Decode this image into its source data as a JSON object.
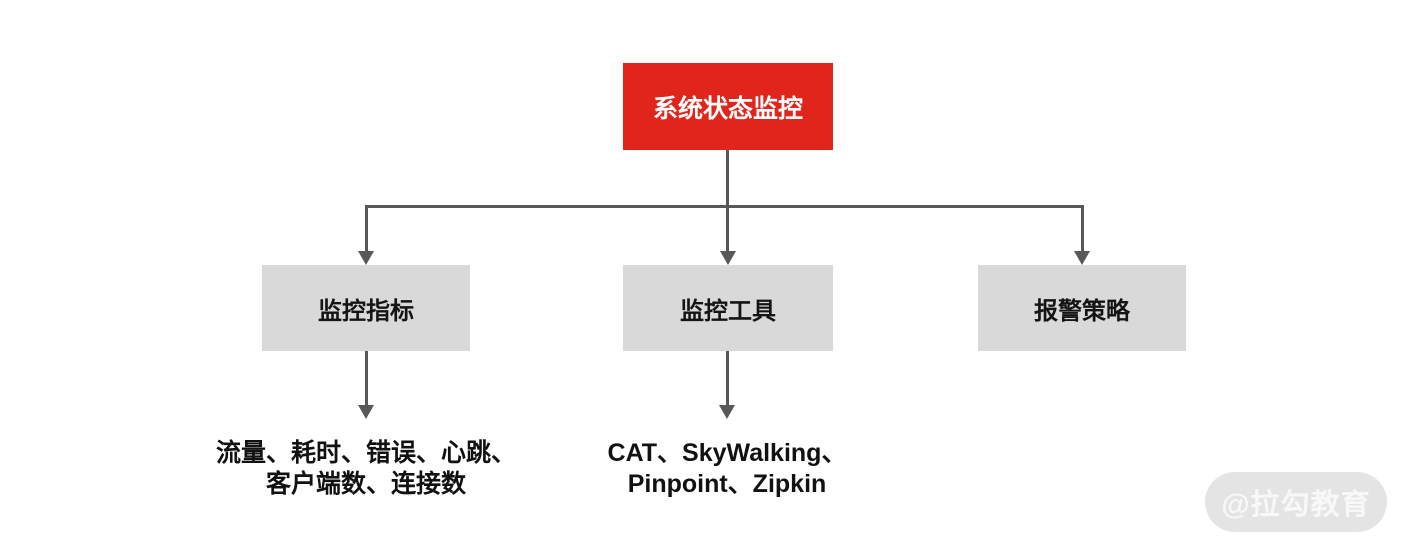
{
  "diagram": {
    "root": {
      "label": "系统状态监控"
    },
    "children": [
      {
        "label": "监控指标",
        "detail_lines": [
          "流量、耗时、错误、心跳、",
          "客户端数、连接数"
        ]
      },
      {
        "label": "监控工具",
        "detail_lines": [
          "CAT、SkyWalking、",
          "Pinpoint、Zipkin"
        ]
      },
      {
        "label": "报警策略",
        "detail_lines": []
      }
    ],
    "colors": {
      "root_bg": "#E0261C",
      "root_text": "#FFFFFF",
      "child_bg": "#D9D9D9",
      "child_text": "#141414",
      "connector": "#58585A",
      "background": "#FFFFFF"
    }
  },
  "watermark": {
    "text": "@拉勾教育",
    "bg": "#E4E4E4",
    "text_color": "#F8F8F8"
  }
}
